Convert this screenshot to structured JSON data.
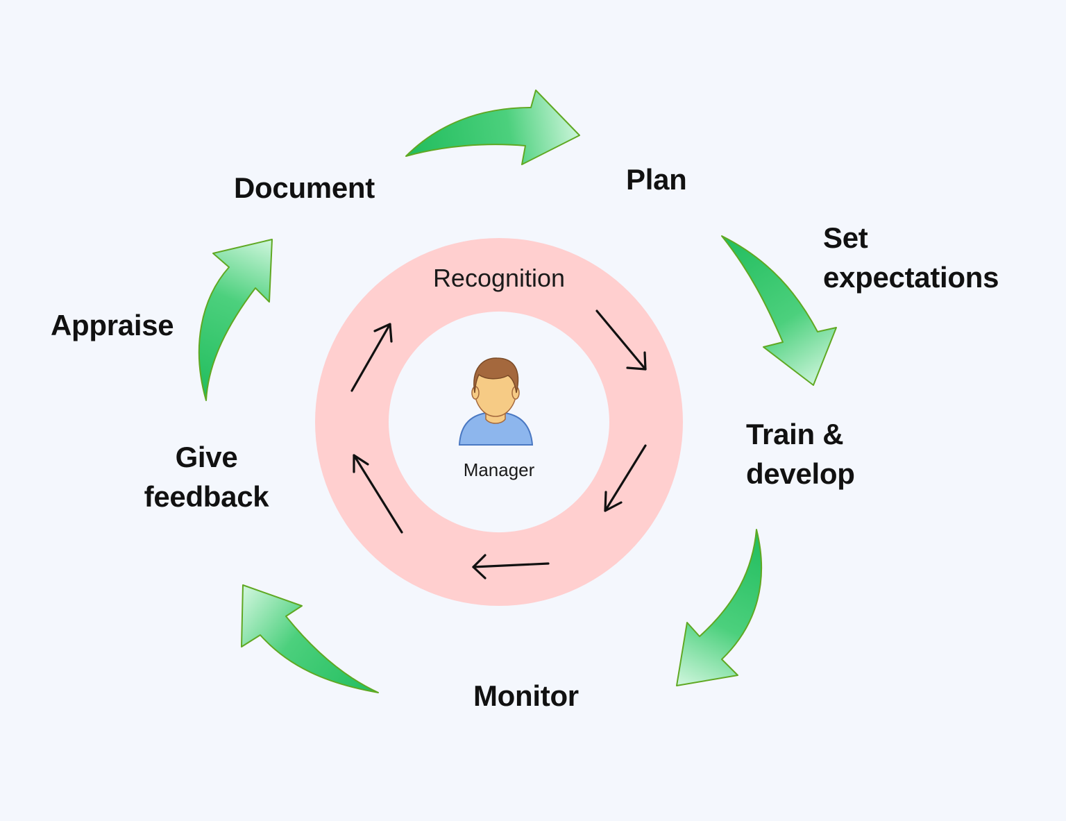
{
  "stages": {
    "document": "Document",
    "plan": "Plan",
    "set_expectations": {
      "line1": "Set",
      "line2": "expectations"
    },
    "train_develop": {
      "line1": "Train &",
      "line2": "develop"
    },
    "monitor": "Monitor",
    "give_feedback": {
      "line1": "Give",
      "line2": "feedback"
    },
    "appraise": "Appraise"
  },
  "inner_ring": {
    "title": "Recognition",
    "center_label": "Manager"
  },
  "colors": {
    "background": "#f4f7fd",
    "ring": "#ffcfcf",
    "arrow_green_dark": "#22bd5e",
    "arrow_green_light": "#c9f4d8",
    "arrow_outline": "#5fa822",
    "avatar_hair": "#a4683d",
    "avatar_skin": "#f6cb85",
    "avatar_shirt": "#8db6ed"
  },
  "icons": {
    "outer_cycle": "curved-green-arrow-icon",
    "inner_cycle": "thin-black-arrow-icon",
    "center": "person-avatar-icon"
  }
}
